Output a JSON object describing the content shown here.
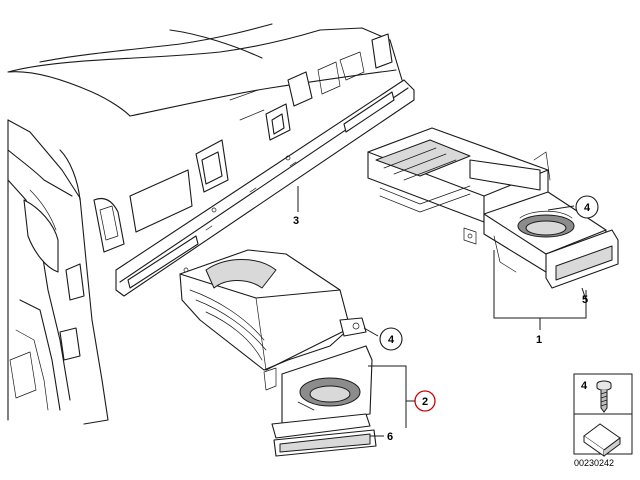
{
  "callouts": {
    "c1": "1",
    "c2": "2",
    "c3": "3",
    "c4a": "4",
    "c4b": "4",
    "c5": "5",
    "c6": "6"
  },
  "legend": {
    "item_number": "4",
    "code": "00230242"
  },
  "colors": {
    "line": "#1a1a1a",
    "highlight_circle": "#cc0000"
  }
}
